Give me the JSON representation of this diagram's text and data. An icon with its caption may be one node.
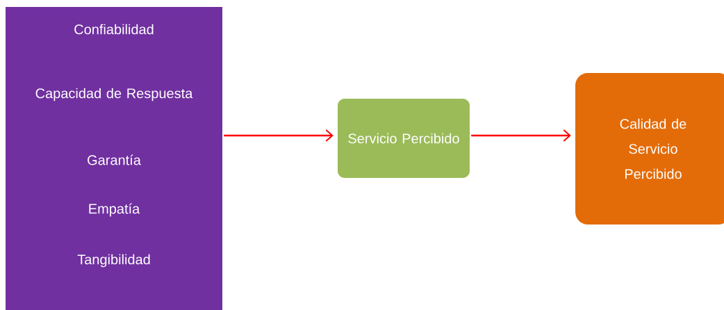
{
  "diagram": {
    "nodes": [
      {
        "text": [
          "Confiabilidad",
          "Capacidad de Respuesta",
          "Garantía",
          "Empatía",
          "Tangibilidad"
        ]
      },
      {
        "text": [
          "Servicio Percibido"
        ]
      },
      {
        "text": [
          "Calidad de Servicio Percibido"
        ]
      }
    ],
    "edges": [
      {
        "from": 0,
        "to": 1,
        "arrow": "to"
      },
      {
        "from": 1,
        "to": 2,
        "arrow": "to"
      }
    ]
  }
}
